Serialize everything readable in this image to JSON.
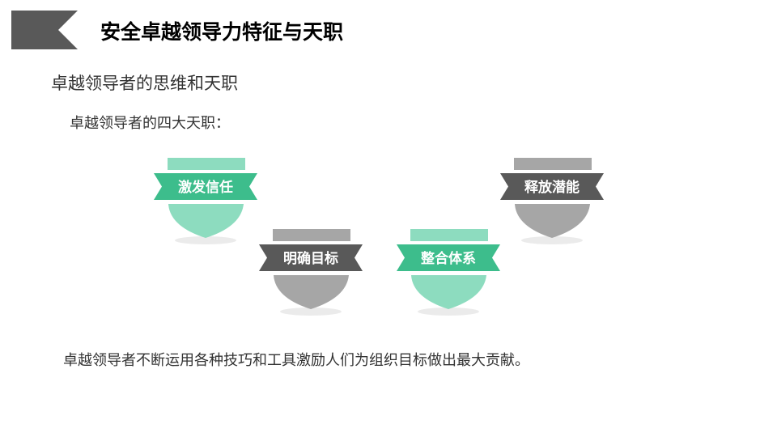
{
  "header": {
    "title": "安全卓越领导力特征与天职"
  },
  "subtitle": "卓越领导者的思维和天职",
  "intro": "卓越领导者的四大天职：",
  "badges": [
    {
      "label": "激发信任",
      "theme": "green"
    },
    {
      "label": "明确目标",
      "theme": "gray"
    },
    {
      "label": "整合体系",
      "theme": "green"
    },
    {
      "label": "释放潜能",
      "theme": "gray"
    }
  ],
  "summary": "卓越领导者不断运用各种技巧和工具激励人们为组织目标做出最大贡献。",
  "colors": {
    "green_light": "#8ddcbf",
    "green_ribbon": "#3dbd8c",
    "gray_light": "#a6a6a6",
    "gray_ribbon": "#595959",
    "flag": "#595959"
  }
}
